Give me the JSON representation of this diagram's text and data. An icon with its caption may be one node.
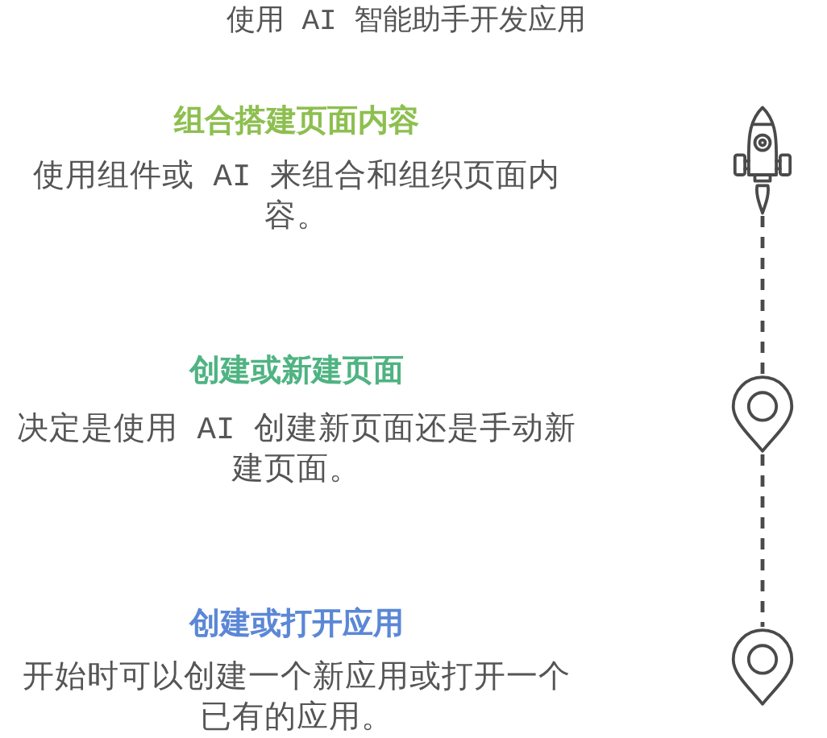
{
  "diagram": {
    "title": "使用 AI 智能助手开发应用",
    "nodes": [
      {
        "text": [],
        "shape": "picture",
        "beside": [
          "组合搭建页面内容",
          "使用组件或 AI 来组合和组织页面内容。"
        ]
      },
      {
        "text": [],
        "shape": "picture",
        "beside": [
          "创建或新建页面",
          "决定是使用 AI 创建新页面还是手动新建页面。"
        ]
      },
      {
        "text": [],
        "shape": "picture",
        "beside": [
          "创建或打开应用",
          "开始时可以创建一个新应用或打开一个已有的应用。"
        ]
      }
    ],
    "edges": [
      {
        "from": 0,
        "to": 1,
        "arrow": "none",
        "style": "dashed"
      },
      {
        "from": 1,
        "to": 2,
        "arrow": "none",
        "style": "dashed"
      }
    ]
  }
}
